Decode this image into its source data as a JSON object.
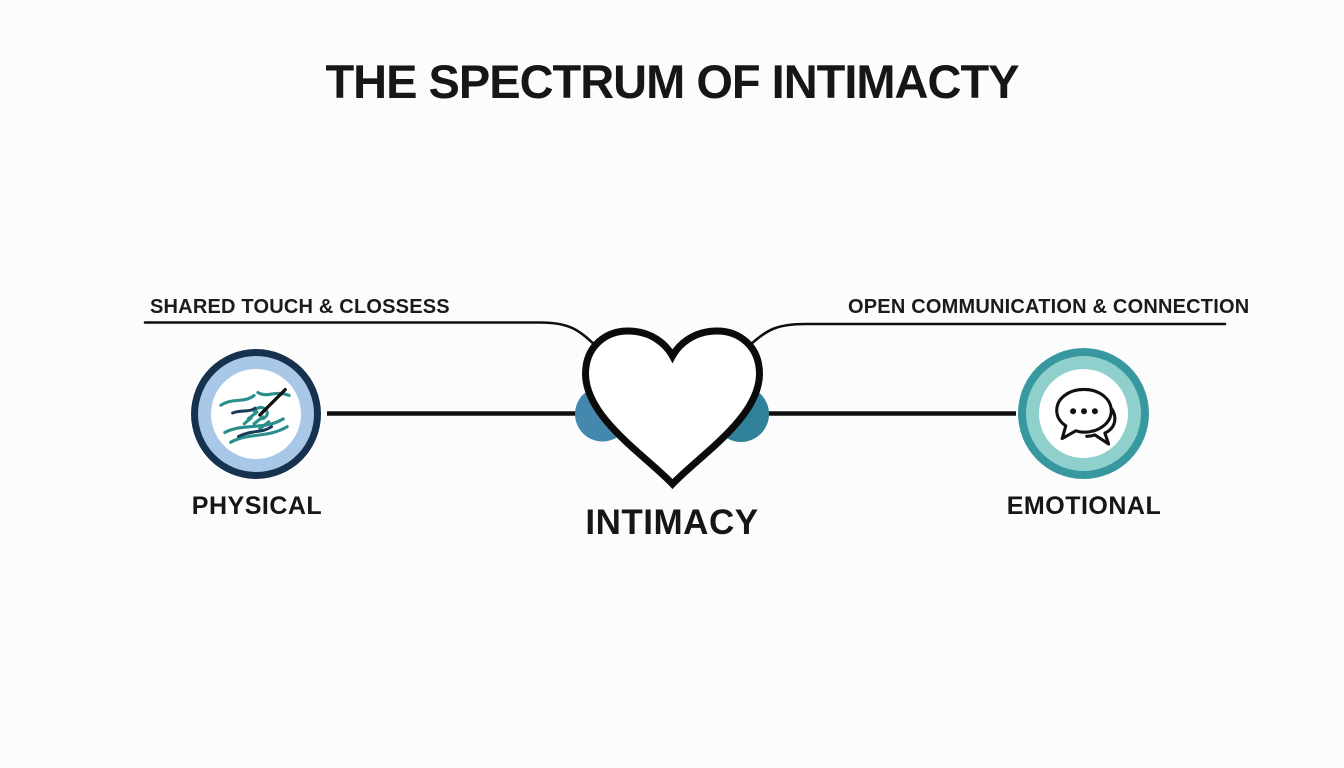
{
  "title": "THE SPECTRUM OF INTIMACTY",
  "center": {
    "label": "INTIMACY",
    "icon": "heart-icon"
  },
  "left_branch": {
    "caption": "SHARED TOUCH & CLOSSESS",
    "label": "PHYSICAL",
    "icon": "holding-hands-icon"
  },
  "right_branch": {
    "caption": "OPEN COMMUNICATION & CONNECTION",
    "label": "EMOTIONAL",
    "icon": "chat-bubbles-icon"
  },
  "colors": {
    "background": "#fcfcfc",
    "text": "#161616",
    "line": "#0e0e0e",
    "heart_stroke": "#0b0b0b",
    "physical_ring_outer": "#16324f",
    "physical_ring_inner": "#a9c7e6",
    "emotional_ring_outer": "#3898a0",
    "emotional_ring_inner": "#8fd0cc",
    "left_blob": "#4489ad",
    "right_blob": "#2f8299",
    "hands_teal": "#2a8e8d",
    "hands_navy": "#1a3a55"
  }
}
